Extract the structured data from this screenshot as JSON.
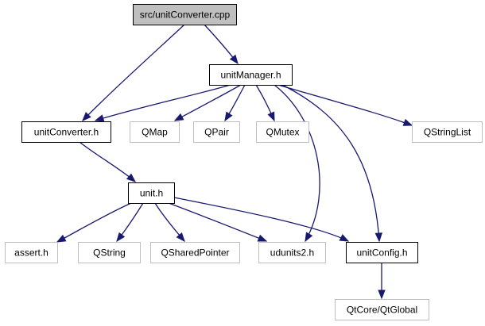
{
  "graph": {
    "nodes": [
      {
        "id": "src_unitconverter_cpp",
        "label": "src/unitConverter.cpp",
        "kind": "root"
      },
      {
        "id": "unitmanager_h",
        "label": "unitManager.h",
        "kind": "documented"
      },
      {
        "id": "unitconverter_h",
        "label": "unitConverter.h",
        "kind": "documented"
      },
      {
        "id": "qmap",
        "label": "QMap",
        "kind": "external"
      },
      {
        "id": "qpair",
        "label": "QPair",
        "kind": "external"
      },
      {
        "id": "qmutex",
        "label": "QMutex",
        "kind": "external"
      },
      {
        "id": "qstringlist",
        "label": "QStringList",
        "kind": "external"
      },
      {
        "id": "unit_h",
        "label": "unit.h",
        "kind": "documented"
      },
      {
        "id": "assert_h",
        "label": "assert.h",
        "kind": "external"
      },
      {
        "id": "qstring",
        "label": "QString",
        "kind": "external"
      },
      {
        "id": "qsharedpointer",
        "label": "QSharedPointer",
        "kind": "external"
      },
      {
        "id": "udunits2_h",
        "label": "udunits2.h",
        "kind": "external"
      },
      {
        "id": "unitconfig_h",
        "label": "unitConfig.h",
        "kind": "documented"
      },
      {
        "id": "qtcore_qtglobal",
        "label": "QtCore/QtGlobal",
        "kind": "external"
      }
    ],
    "edges": [
      {
        "from": "src_unitconverter_cpp",
        "to": "unitconverter_h"
      },
      {
        "from": "src_unitconverter_cpp",
        "to": "unitmanager_h"
      },
      {
        "from": "unitmanager_h",
        "to": "unitconverter_h"
      },
      {
        "from": "unitmanager_h",
        "to": "qmap"
      },
      {
        "from": "unitmanager_h",
        "to": "qpair"
      },
      {
        "from": "unitmanager_h",
        "to": "qmutex"
      },
      {
        "from": "unitmanager_h",
        "to": "qstringlist"
      },
      {
        "from": "unitmanager_h",
        "to": "udunits2_h"
      },
      {
        "from": "unitmanager_h",
        "to": "unitconfig_h"
      },
      {
        "from": "unitconverter_h",
        "to": "unit_h"
      },
      {
        "from": "unit_h",
        "to": "assert_h"
      },
      {
        "from": "unit_h",
        "to": "qstring"
      },
      {
        "from": "unit_h",
        "to": "qsharedpointer"
      },
      {
        "from": "unit_h",
        "to": "udunits2_h"
      },
      {
        "from": "unit_h",
        "to": "unitconfig_h"
      },
      {
        "from": "unitconfig_h",
        "to": "qtcore_qtglobal"
      }
    ]
  },
  "colors": {
    "edge": "#191970",
    "root_fill": "#bfbfbf",
    "root_border": "#000000",
    "documented_border": "#000000",
    "external_border": "#bfbfbf",
    "documented_text": "#000000",
    "external_text": "#000000"
  }
}
